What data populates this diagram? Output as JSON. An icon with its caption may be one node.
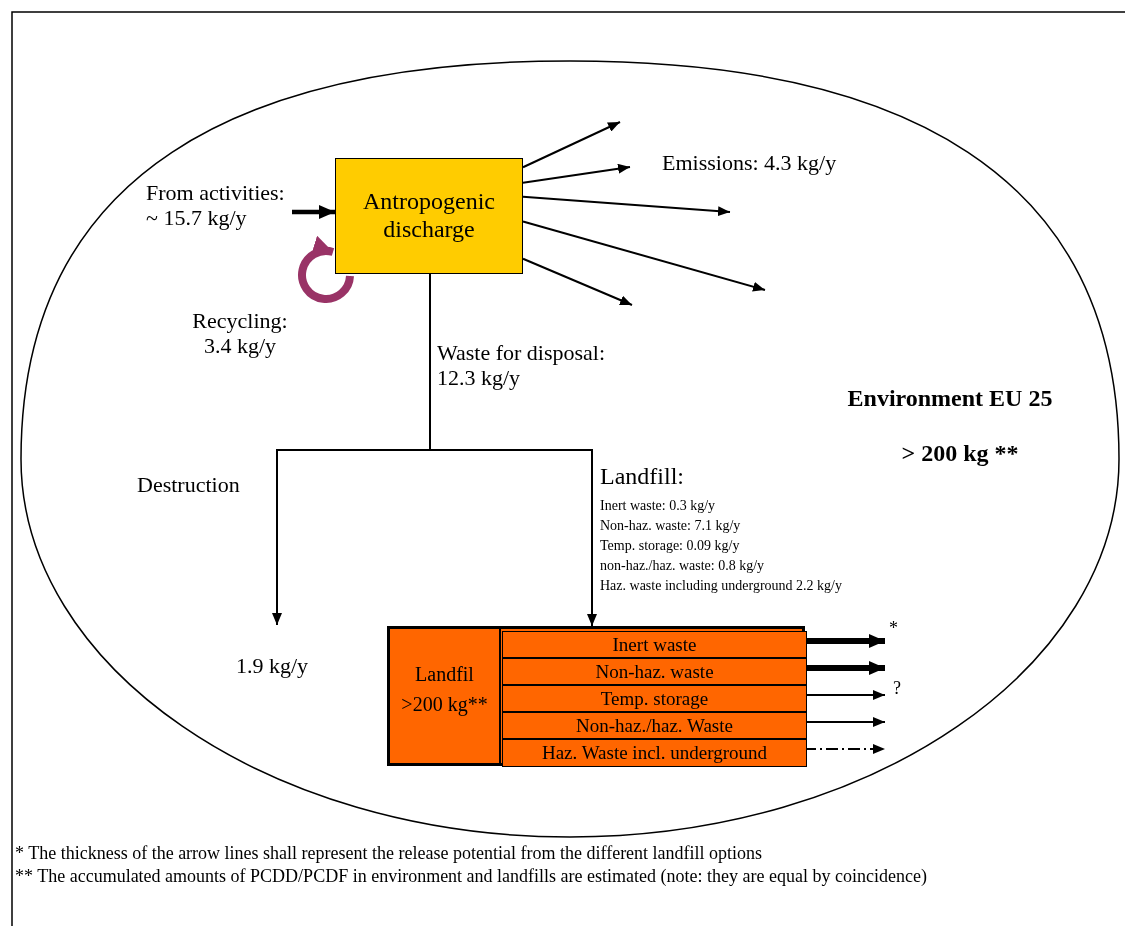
{
  "diagram": {
    "nodes": [
      {
        "text": [
          "Environment EU 25",
          "> 200 kg **"
        ]
      },
      {
        "text": [
          "Antropogenic discharge"
        ],
        "in": 0
      },
      {
        "text": [
          "From activities: ~ 15.7 kg/y"
        ],
        "in": 0
      },
      {
        "text": [
          "1.9 kg/y"
        ],
        "in": 0
      },
      {
        "text": [
          "Landfil",
          ">200 kg**"
        ],
        "in": 0
      },
      {
        "text": [
          "Inert waste"
        ],
        "in": 4
      },
      {
        "text": [
          "Non-haz. waste"
        ],
        "in": 4
      },
      {
        "text": [
          "Temp. storage"
        ],
        "in": 4
      },
      {
        "text": [
          "Non-haz./haz. Waste"
        ],
        "in": 4
      },
      {
        "text": [
          "Haz. Waste incl. underground"
        ],
        "in": 4
      }
    ],
    "edges": [
      {
        "from": 2,
        "to": 1,
        "arrow": "to",
        "style": "thick"
      },
      {
        "from": 1,
        "to": 1,
        "arrow": "to",
        "label": "Recycling: 3.4 kg/y",
        "style": "thick",
        "color": "#993366"
      },
      {
        "from": 1,
        "to": null,
        "arrow": "to"
      },
      {
        "from": 1,
        "to": null,
        "arrow": "to"
      },
      {
        "from": 1,
        "to": null,
        "arrow": "to"
      },
      {
        "from": 1,
        "to": null,
        "arrow": "to"
      },
      {
        "from": 1,
        "to": null,
        "arrow": "to"
      },
      {
        "from": 1,
        "to": 3,
        "arrow": "to",
        "label": "Destruction"
      },
      {
        "from": 1,
        "to": 4,
        "arrow": "to",
        "label": "Landfill:"
      },
      {
        "from": 5,
        "to": null,
        "arrow": "to",
        "label": "*",
        "style": "thick"
      },
      {
        "from": 6,
        "to": null,
        "arrow": "to",
        "style": "thick"
      },
      {
        "from": 7,
        "to": null,
        "arrow": "to",
        "label": "?"
      },
      {
        "from": 8,
        "to": null,
        "arrow": "to"
      },
      {
        "from": 9,
        "to": null,
        "arrow": "to",
        "style": "dashed"
      }
    ],
    "labels": [
      "Emissions: 4.3 kg/y",
      "Waste for disposal: 12.3 kg/y",
      "Inert waste: 0.3 kg/y",
      "Non-haz. waste: 7.1 kg/y",
      "Temp. storage: 0.09 kg/y",
      "non-haz./haz. waste: 0.8 kg/y",
      "Haz. waste including underground 2.2 kg/y",
      "* The thickness of the arrow lines shall represent the release potential from the different landfill options",
      "** The accumulated amounts of PCDD/PCDF in environment and landfills are estimated (note: they are equal by coincidence)"
    ]
  }
}
